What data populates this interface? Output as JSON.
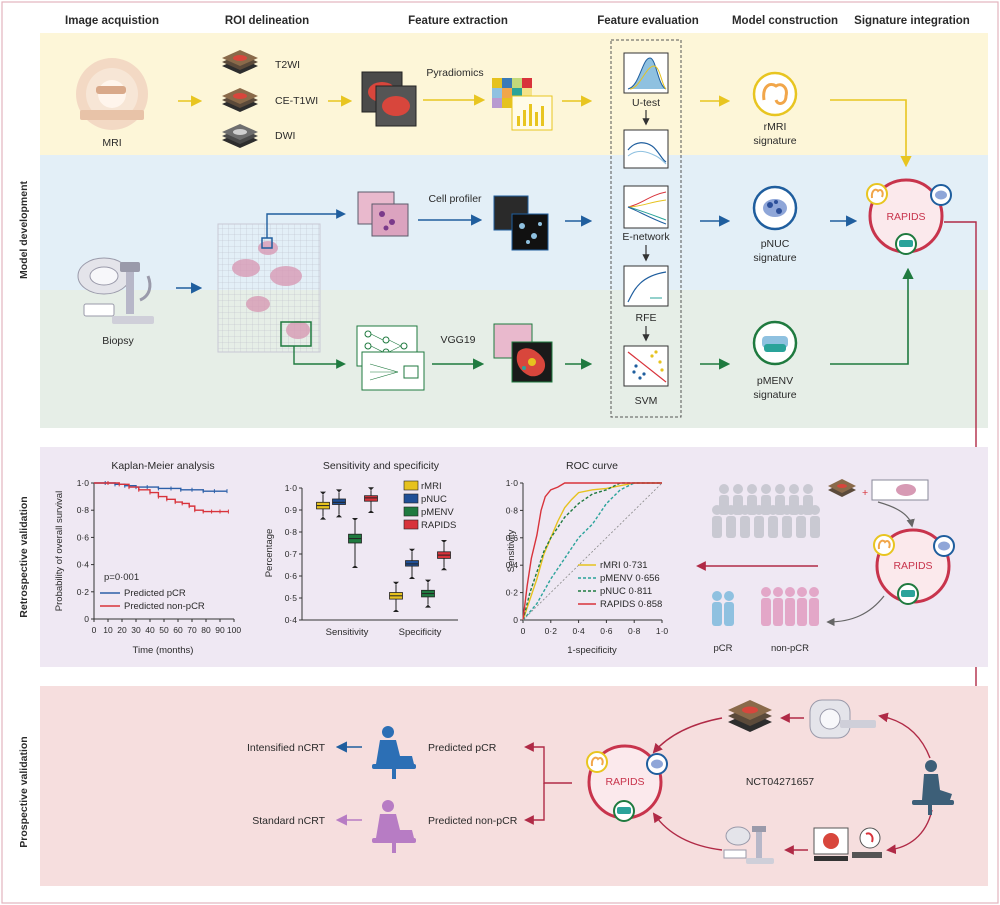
{
  "colors": {
    "yellow_band": "#fdf6d8",
    "blue_band": "#e3eff7",
    "green_band": "#e6eee7",
    "lavender_panel": "#efe8f3",
    "pink_panel": "#f6dede",
    "arrow_yellow": "#e8c520",
    "arrow_blue": "#1f5e9e",
    "arrow_green": "#1f7a3f",
    "arrow_red": "#b02a46",
    "rapids_ring": "#c8344c",
    "km_blue": "#2c5fa8",
    "km_red": "#d8333b"
  },
  "side_labels": {
    "model_development": "Model development",
    "retrospective": "Retrospective validation",
    "prospective": "Prospective validation"
  },
  "headers": {
    "image_acquisition": "Image acquistion",
    "roi_delineation": "ROI delineation",
    "feature_extraction": "Feature extraction",
    "feature_evaluation": "Feature evaluation",
    "model_construction": "Model construction",
    "signature_integration": "Signature integration"
  },
  "dev": {
    "mri": "MRI",
    "t2wi": "T2WI",
    "ce_t1wi": "CE-T1WI",
    "dwi": "DWI",
    "pyradiomics": "Pyradiomics",
    "biopsy": "Biopsy",
    "cell_profiler": "Cell profiler",
    "vgg19": "VGG19",
    "u_test": "U-test",
    "e_network": "E-network",
    "rfe": "RFE",
    "svm": "SVM",
    "rmri_line1": "rMRI",
    "rmri_line2": "signature",
    "pnuc_line1": "pNUC",
    "pnuc_line2": "signature",
    "pmenv_line1": "pMENV",
    "pmenv_line2": "signature",
    "rapids": "RAPIDS"
  },
  "km": {
    "title": "Kaplan-Meier analysis",
    "ylabel": "Probability of overall survival",
    "xlabel": "Time (months)",
    "pvalue": "p=0·001",
    "legend_pcr": "Predicted pCR",
    "legend_nonpcr": "Predicted non-pCR"
  },
  "box": {
    "title": "Sensitivity and specificity",
    "ylabel": "Percentage",
    "legend": [
      "rMRI",
      "pNUC",
      "pMENV",
      "RAPIDS"
    ]
  },
  "roc": {
    "title": "ROC curve",
    "ylabel": "Sensitivity",
    "xlabel": "1-specificity",
    "legend": [
      "rMRI 0·731",
      "pMENV 0·656",
      "pNUC 0·811",
      "RAPIDS 0·858"
    ]
  },
  "retro": {
    "rapids": "RAPIDS",
    "pcr": "pCR",
    "non_pcr": "non-pCR"
  },
  "prosp": {
    "intensified": "Intensified nCRT",
    "standard": "Standard nCRT",
    "predicted_pcr": "Predicted pCR",
    "predicted_nonpcr": "Predicted non-pCR",
    "rapids": "RAPIDS",
    "trial_id": "NCT04271657"
  },
  "chart_data": [
    {
      "type": "line",
      "title": "Kaplan-Meier analysis",
      "xlabel": "Time (months)",
      "ylabel": "Probability of overall survival",
      "xlim": [
        0,
        100
      ],
      "ylim": [
        0,
        1
      ],
      "xticks": [
        0,
        10,
        20,
        30,
        40,
        50,
        60,
        70,
        80,
        90,
        100
      ],
      "yticks": [
        0,
        0.2,
        0.4,
        0.6,
        0.8,
        1.0
      ],
      "ytick_labels": [
        "0",
        "0·2",
        "0·4",
        "0·6",
        "0·8",
        "1·0"
      ],
      "annotation": "p=0·001",
      "legend": "bottom-left",
      "series": [
        {
          "name": "Predicted pCR",
          "color": "#2c5fa8",
          "x": [
            0,
            8,
            15,
            22,
            30,
            38,
            46,
            55,
            62,
            70,
            78,
            86,
            95
          ],
          "y": [
            1.0,
            1.0,
            0.99,
            0.98,
            0.97,
            0.97,
            0.96,
            0.96,
            0.95,
            0.95,
            0.94,
            0.94,
            0.94
          ]
        },
        {
          "name": "Predicted non-pCR",
          "color": "#d8333b",
          "x": [
            0,
            10,
            18,
            25,
            32,
            40,
            46,
            52,
            58,
            63,
            68,
            72,
            78,
            84,
            90,
            96
          ],
          "y": [
            1.0,
            1.0,
            0.99,
            0.97,
            0.95,
            0.93,
            0.9,
            0.88,
            0.86,
            0.85,
            0.83,
            0.8,
            0.79,
            0.79,
            0.79,
            0.79
          ]
        }
      ]
    },
    {
      "type": "box",
      "title": "Sensitivity and specificity",
      "ylabel": "Percentage",
      "ylim": [
        0.4,
        1.0
      ],
      "yticks": [
        0.4,
        0.5,
        0.6,
        0.7,
        0.8,
        0.9,
        1.0
      ],
      "ytick_labels": [
        "0·4",
        "0·5",
        "0·6",
        "0·7",
        "0·8",
        "0·9",
        "1·0"
      ],
      "categories": [
        "Sensitivity",
        "Specificity"
      ],
      "legend": "top-right",
      "series": [
        {
          "name": "rMRI",
          "color": "#e6c21e",
          "boxes": [
            {
              "min": 0.87,
              "q1": 0.905,
              "median": 0.92,
              "q3": 0.935,
              "max": 0.97
            },
            {
              "min": 0.45,
              "q1": 0.495,
              "median": 0.51,
              "q3": 0.525,
              "max": 0.56
            }
          ]
        },
        {
          "name": "pNUC",
          "color": "#1f4f96",
          "boxes": [
            {
              "min": 0.88,
              "q1": 0.925,
              "median": 0.935,
              "q3": 0.95,
              "max": 0.98
            },
            {
              "min": 0.6,
              "q1": 0.645,
              "median": 0.655,
              "q3": 0.67,
              "max": 0.71
            }
          ]
        },
        {
          "name": "pMENV",
          "color": "#1f7a3f",
          "boxes": [
            {
              "min": 0.65,
              "q1": 0.75,
              "median": 0.77,
              "q3": 0.79,
              "max": 0.85
            },
            {
              "min": 0.47,
              "q1": 0.505,
              "median": 0.52,
              "q3": 0.535,
              "max": 0.57
            }
          ]
        },
        {
          "name": "RAPIDS",
          "color": "#d8333b",
          "boxes": [
            {
              "min": 0.9,
              "q1": 0.94,
              "median": 0.955,
              "q3": 0.965,
              "max": 0.99
            },
            {
              "min": 0.64,
              "q1": 0.68,
              "median": 0.695,
              "q3": 0.71,
              "max": 0.75
            }
          ]
        }
      ]
    },
    {
      "type": "line",
      "title": "ROC curve",
      "xlabel": "1-specificity",
      "ylabel": "Sensitivity",
      "xlim": [
        0,
        1
      ],
      "ylim": [
        0,
        1
      ],
      "xticks": [
        0,
        0.2,
        0.4,
        0.6,
        0.8,
        1.0
      ],
      "yticks": [
        0,
        0.2,
        0.4,
        0.6,
        0.8,
        1.0
      ],
      "tick_labels": [
        "0",
        "0·2",
        "0·4",
        "0·6",
        "0·8",
        "1·0"
      ],
      "legend": "bottom-right",
      "series": [
        {
          "name": "rMRI 0·731",
          "color": "#e6c21e",
          "dash": "solid",
          "x": [
            0,
            0.05,
            0.1,
            0.15,
            0.2,
            0.25,
            0.3,
            0.35,
            0.4,
            0.5,
            0.6,
            0.8,
            1.0
          ],
          "y": [
            0,
            0.15,
            0.3,
            0.48,
            0.6,
            0.72,
            0.82,
            0.88,
            0.93,
            0.95,
            0.96,
            1.0,
            1.0
          ]
        },
        {
          "name": "pMENV 0·656",
          "color": "#2aa39a",
          "dash": "dashed",
          "x": [
            0,
            0.1,
            0.2,
            0.3,
            0.4,
            0.5,
            0.6,
            0.7,
            0.8,
            1.0
          ],
          "y": [
            0,
            0.12,
            0.3,
            0.45,
            0.6,
            0.7,
            0.85,
            0.95,
            1.0,
            1.0
          ]
        },
        {
          "name": "pNUC 0·811",
          "color": "#1f7a3f",
          "dash": "dashed",
          "x": [
            0,
            0.05,
            0.1,
            0.15,
            0.2,
            0.3,
            0.4,
            0.5,
            0.6,
            0.7,
            0.8,
            1.0
          ],
          "y": [
            0,
            0.2,
            0.35,
            0.5,
            0.6,
            0.75,
            0.85,
            0.92,
            0.95,
            1.0,
            1.0,
            1.0
          ]
        },
        {
          "name": "RAPIDS 0·858",
          "color": "#d8333b",
          "dash": "solid",
          "x": [
            0,
            0.03,
            0.06,
            0.1,
            0.13,
            0.16,
            0.2,
            0.25,
            0.3,
            0.4,
            1.0
          ],
          "y": [
            0,
            0.25,
            0.45,
            0.62,
            0.8,
            0.9,
            0.95,
            0.97,
            1.0,
            1.0,
            1.0
          ]
        },
        {
          "name": "",
          "color": "#888888",
          "dash": "dotted",
          "x": [
            0,
            1
          ],
          "y": [
            0,
            1
          ]
        }
      ]
    }
  ]
}
